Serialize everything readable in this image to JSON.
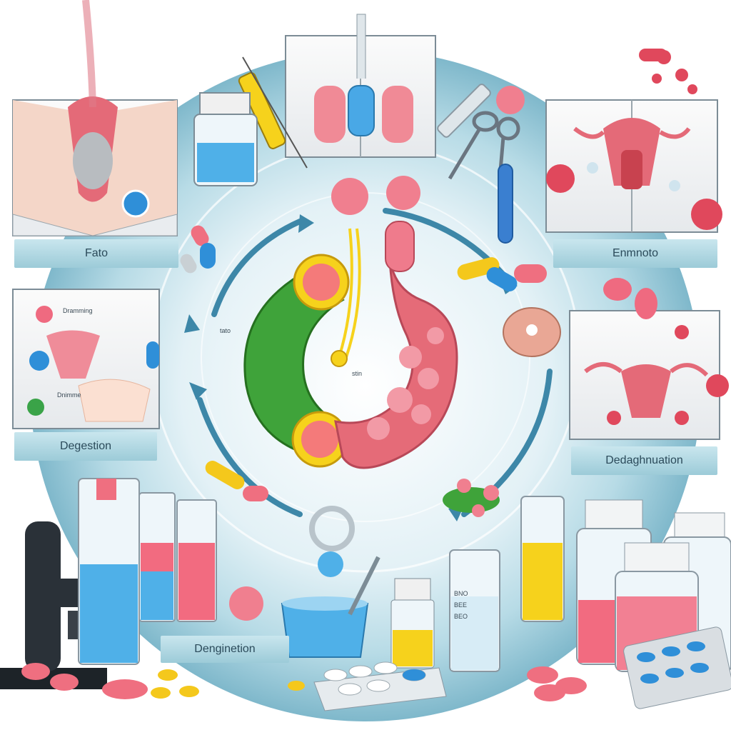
{
  "labels": {
    "top_left": "Fato",
    "top_right": "Enmnoto",
    "mid_left": "Degestion",
    "mid_right": "Dedaghnuation",
    "bottom": "Denginetion"
  },
  "micro_labels": {
    "center_left": "tato",
    "center_right": "stin",
    "mid_left_1": "Dramming",
    "mid_left_2": "Dnimme",
    "bottom_tube_1": "BNO",
    "bottom_tube_2": "BEE",
    "bottom_tube_3": "BEO"
  },
  "colors": {
    "ring": "#8fc3d3",
    "ring_inner": "#e9f4f8",
    "arrow": "#3d87a8",
    "stomach": "#e56b78",
    "leaf": "#3fa33a",
    "pill_pink": "#f06f82",
    "pill_blue": "#2f8fd8",
    "liquid_blue": "#4fb0e8",
    "liquid_yellow": "#f4d41a",
    "liquid_pink": "#f26b80"
  }
}
